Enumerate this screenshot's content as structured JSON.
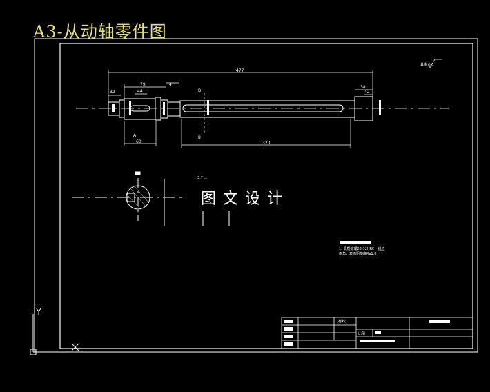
{
  "page": {
    "title": "A3-从动轴零件图",
    "watermark": "图文设计"
  },
  "drawing": {
    "dimensions": {
      "overall_length": "477",
      "left_segment": "79",
      "left_end": "32",
      "small_a": "44",
      "small_b": "4",
      "right_segment": "38",
      "right_small": "42",
      "bottom_left": "60",
      "bottom_right": "320",
      "section_mark": "B",
      "section_mark_small": "A",
      "section_label": "8"
    },
    "roughness": "其余 6.3",
    "note_line": "3.7 ...",
    "tech_requirements": [
      "1. 调质处理28-32HRC，锐边",
      "倒角，表面粗糙度Ra1.6"
    ],
    "title_block": {
      "scale_label": "比例",
      "material_label": "(材料)"
    }
  },
  "colors": {
    "line": "#ffffff",
    "title": "#e8e07a",
    "background": "#000000"
  },
  "icons": {
    "ucs": "ucs-axis-icon"
  }
}
